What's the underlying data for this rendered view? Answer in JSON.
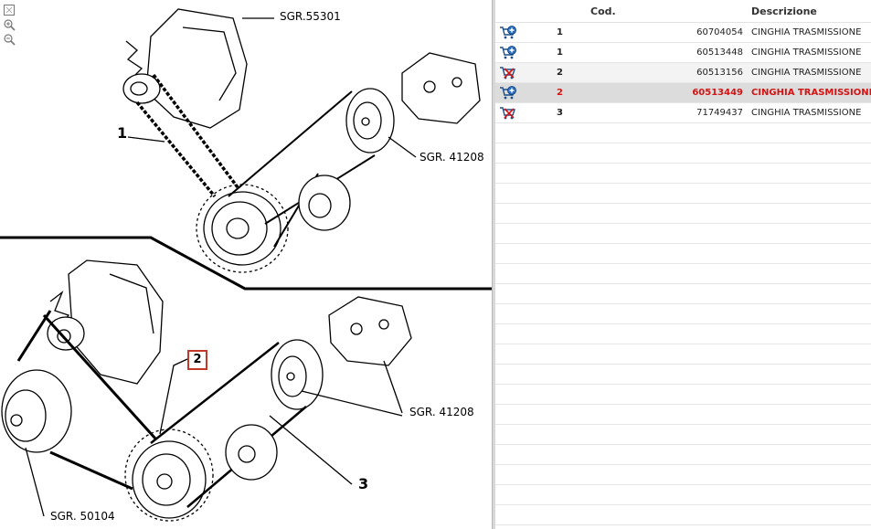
{
  "diagram": {
    "labels": {
      "sgr_top_alternator": "SGR.55301",
      "sgr_top_pump": "SGR. 41208",
      "sgr_bottom_pump": "SGR. 41208",
      "sgr_bottom_pulley": "SGR. 50104",
      "callout_1": "1",
      "callout_2": "2",
      "callout_3": "3"
    },
    "highlight_color": "#c0392b"
  },
  "table": {
    "headers": {
      "icon": "",
      "qty": "",
      "code": "Cod.",
      "description": "Descrizione"
    },
    "rows": [
      {
        "icon": "cart-add-icon",
        "qty": "1",
        "code": "60704054",
        "description": "CINGHIA TRASMISSIONE",
        "selected": false
      },
      {
        "icon": "cart-add-icon",
        "qty": "1",
        "code": "60513448",
        "description": "CINGHIA TRASMISSIONE",
        "selected": false
      },
      {
        "icon": "cart-disabled-icon",
        "qty": "2",
        "code": "60513156",
        "description": "CINGHIA TRASMISSIONE",
        "selected": false
      },
      {
        "icon": "cart-add-icon",
        "qty": "2",
        "code": "60513449",
        "description": "CINGHIA TRASMISSIONE",
        "selected": true
      },
      {
        "icon": "cart-disabled-icon",
        "qty": "3",
        "code": "71749437",
        "description": "CINGHIA TRASMISSIONE",
        "selected": false
      }
    ],
    "selected_color": "#d21414"
  }
}
